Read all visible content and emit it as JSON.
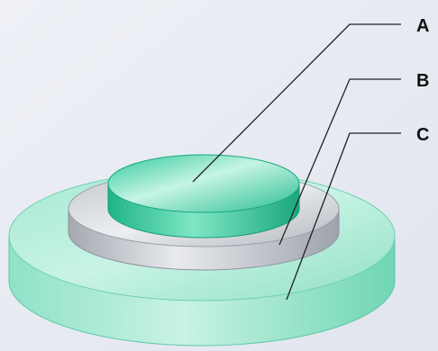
{
  "labels": {
    "a": "A",
    "b": "B",
    "c": "C"
  },
  "colors": {
    "background": "#e7eaf3",
    "base_disc": "#7fdcbf",
    "middle_disc": "#b8bcc3",
    "top_disc": "#2fc89a",
    "leader_line": "#222222"
  }
}
